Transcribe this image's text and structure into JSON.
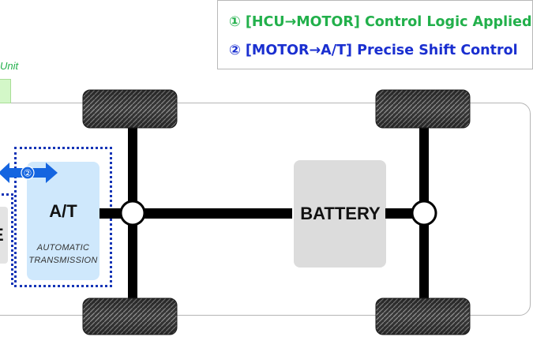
{
  "legend": {
    "item1": "① [HCU→MOTOR] Control Logic Applied",
    "item2": "② [MOTOR→A/T] Precise Shift Control"
  },
  "unit_label": "Unit",
  "arrow_number": "②",
  "transmission": {
    "label": "A/T",
    "sub_line1": "AUTOMATIC",
    "sub_line2": "TRANSMISSION"
  },
  "engine_partial": "E",
  "battery": {
    "label": "BATTERY"
  },
  "colors": {
    "legend_green": "#22b04b",
    "legend_blue": "#1a2fd0",
    "transmission_fill": "#cfe8fc",
    "battery_fill": "#dcdcdc",
    "dotted_border": "#1434b6",
    "arrow_blue": "#1565e0"
  }
}
